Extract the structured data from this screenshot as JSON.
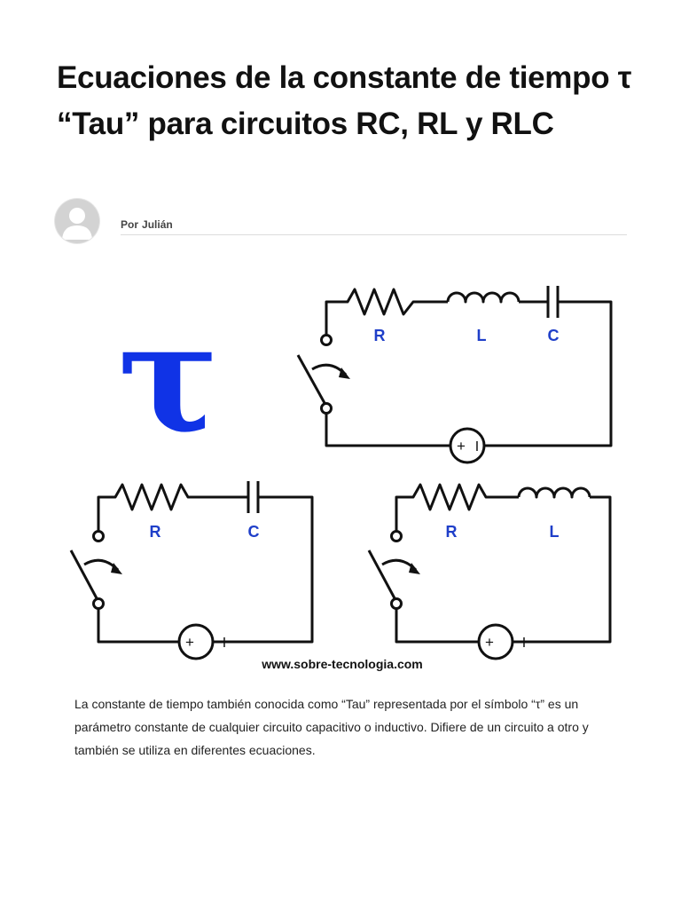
{
  "article": {
    "title": "Ecuaciones de la constante de tiempo τ “Tau” para circuitos RC, RL y RLC",
    "author_prefix": "Por",
    "author_name": "Julián"
  },
  "figure": {
    "tau_symbol": "τ",
    "rlc": {
      "r": "R",
      "l": "L",
      "c": "C"
    },
    "rc": {
      "r": "R",
      "c": "C"
    },
    "rl": {
      "r": "R",
      "l": "L"
    },
    "source_plus": "+",
    "source_minus": "I",
    "watermark": "www.sobre-tecnologia.com",
    "label_color": "#1f3fc9",
    "tau_color": "#1033e6"
  },
  "body": {
    "paragraph": "La constante de tiempo también conocida como “Tau” representada por el símbolo “τ” es un parámetro constante de cualquier circuito capacitivo o inductivo. Difiere de un circuito a otro y también se utiliza en diferentes ecuaciones."
  }
}
